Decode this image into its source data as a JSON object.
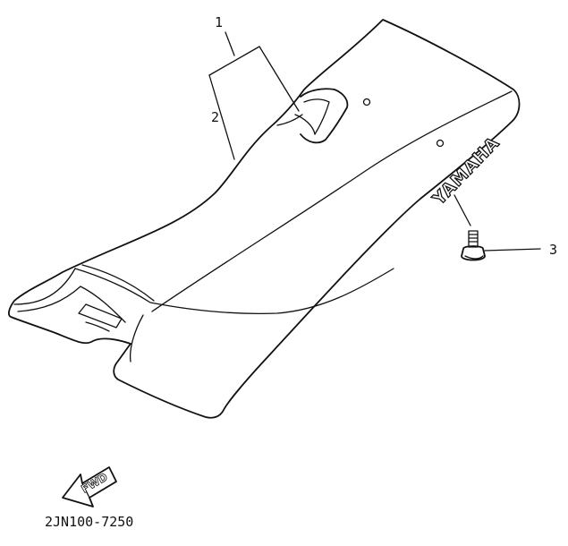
{
  "diagram": {
    "callouts": [
      {
        "id": "1",
        "label": "1"
      },
      {
        "id": "2",
        "label": "2"
      },
      {
        "id": "3",
        "label": "3"
      }
    ],
    "seat_brand": "YAMAHA",
    "fwd_label": "FWD",
    "part_number": "2JN100-7250"
  }
}
